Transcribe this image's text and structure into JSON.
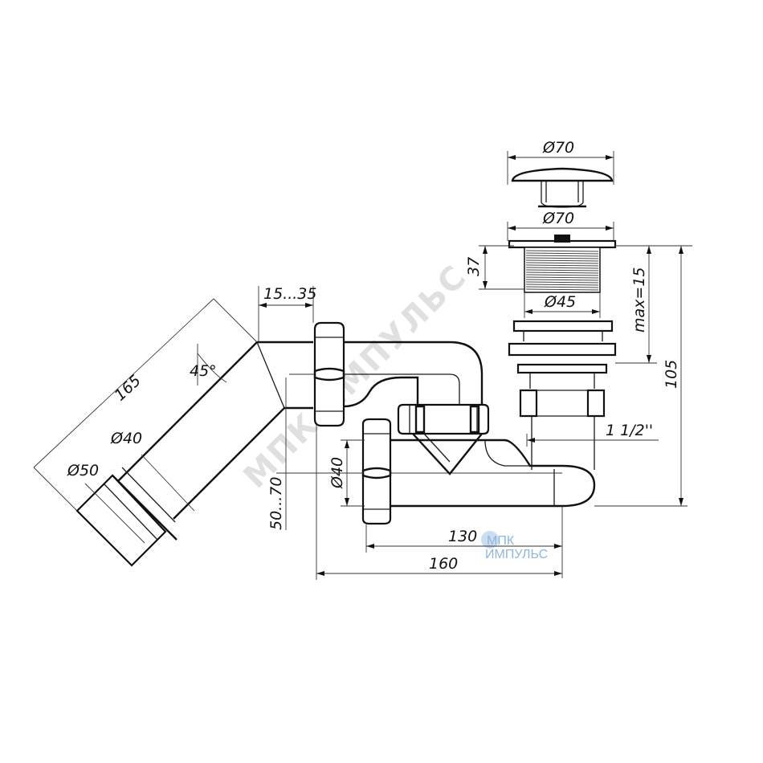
{
  "dimensions": {
    "d70_top": "Ø70",
    "d70_mid": "Ø70",
    "d37": "37",
    "d45": "Ø45",
    "max15": "max=15",
    "d105": "105",
    "d11_2": "1 1/2''",
    "d15_35": "15...35",
    "d165": "165",
    "d45deg": "45°",
    "d40_left": "Ø40",
    "d50_left": "Ø50",
    "d40_mid": "Ø40",
    "d50_70": "50...70",
    "d130": "130",
    "d160": "160"
  },
  "watermark": {
    "text": "МПК ИМПУЛЬС",
    "logo_line1": "МПК",
    "logo_line2": "ИМПУЛЬС"
  }
}
